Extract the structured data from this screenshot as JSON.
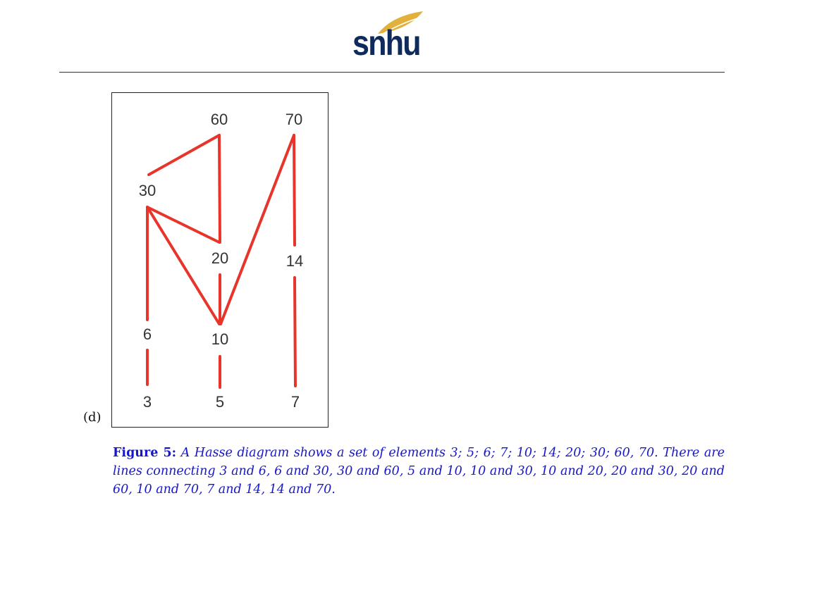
{
  "header": {
    "logo": {
      "text": "snhu",
      "text_color": "#0f2a5c",
      "leaf_color": "#e2b13c",
      "icon": "leaf-icon"
    }
  },
  "figure": {
    "subfigure_label": "(d)",
    "caption": {
      "label": "Figure 5:",
      "text": "A Hasse diagram shows a set of elements 3; 5; 6; 7; 10; 14; 20; 30; 60, 70. There are lines connecting 3 and 6, 6 and 30, 30 and 60, 5 and 10, 10 and 30, 10 and 20, 20 and 30, 20 and 60, 10 and 70, 7 and 14, 14 and 70.",
      "color": "#1616cc"
    },
    "diagram": {
      "edge_color": "#e8352b",
      "label_color": "#333333",
      "nodes": [
        {
          "id": "n60",
          "label": "60"
        },
        {
          "id": "n70",
          "label": "70"
        },
        {
          "id": "n30",
          "label": "30"
        },
        {
          "id": "n20",
          "label": "20"
        },
        {
          "id": "n14",
          "label": "14"
        },
        {
          "id": "n6",
          "label": "6"
        },
        {
          "id": "n10",
          "label": "10"
        },
        {
          "id": "n3",
          "label": "3"
        },
        {
          "id": "n5",
          "label": "5"
        },
        {
          "id": "n7",
          "label": "7"
        }
      ],
      "edges": [
        {
          "from": "3",
          "to": "6"
        },
        {
          "from": "6",
          "to": "30"
        },
        {
          "from": "30",
          "to": "60"
        },
        {
          "from": "5",
          "to": "10"
        },
        {
          "from": "10",
          "to": "30"
        },
        {
          "from": "10",
          "to": "20"
        },
        {
          "from": "20",
          "to": "30"
        },
        {
          "from": "20",
          "to": "60"
        },
        {
          "from": "10",
          "to": "70"
        },
        {
          "from": "7",
          "to": "14"
        },
        {
          "from": "14",
          "to": "70"
        }
      ]
    }
  }
}
